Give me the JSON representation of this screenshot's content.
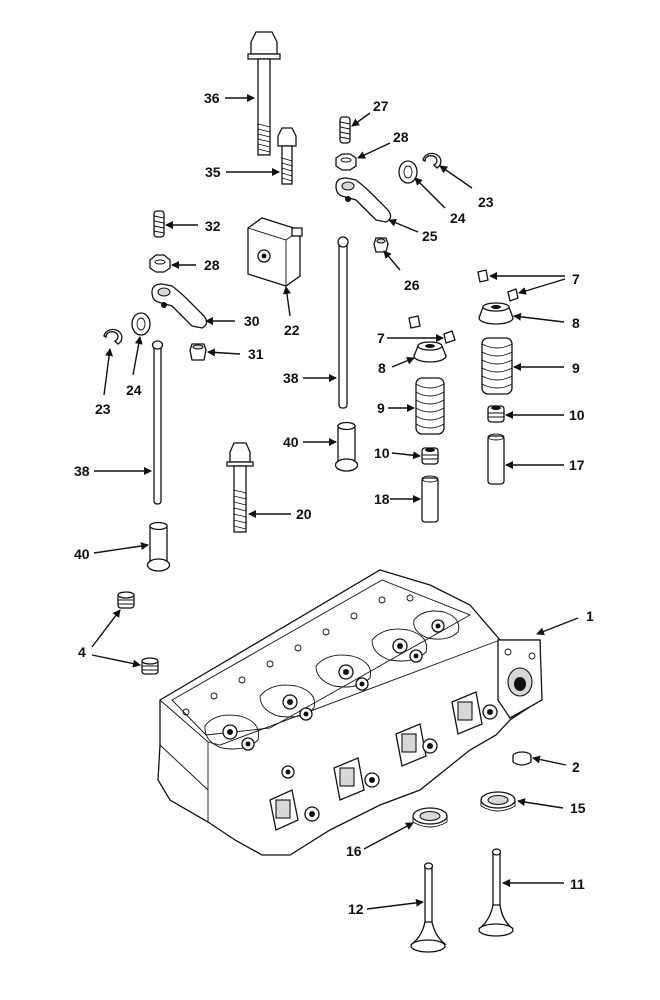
{
  "callouts": [
    {
      "id": "c36",
      "text": "36"
    },
    {
      "id": "c35",
      "text": "35"
    },
    {
      "id": "c27",
      "text": "27"
    },
    {
      "id": "c28a",
      "text": "28"
    },
    {
      "id": "c23a",
      "text": "23"
    },
    {
      "id": "c24a",
      "text": "24"
    },
    {
      "id": "c25",
      "text": "25"
    },
    {
      "id": "c26",
      "text": "26"
    },
    {
      "id": "c32",
      "text": "32"
    },
    {
      "id": "c28b",
      "text": "28"
    },
    {
      "id": "c22",
      "text": "22"
    },
    {
      "id": "c30",
      "text": "30"
    },
    {
      "id": "c31",
      "text": "31"
    },
    {
      "id": "c23b",
      "text": "23"
    },
    {
      "id": "c24b",
      "text": "24"
    },
    {
      "id": "c38a",
      "text": "38"
    },
    {
      "id": "c38b",
      "text": "38"
    },
    {
      "id": "c40a",
      "text": "40"
    },
    {
      "id": "c40b",
      "text": "40"
    },
    {
      "id": "c20",
      "text": "20"
    },
    {
      "id": "c7a",
      "text": "7"
    },
    {
      "id": "c8a",
      "text": "8"
    },
    {
      "id": "c9a",
      "text": "9"
    },
    {
      "id": "c10a",
      "text": "10"
    },
    {
      "id": "c18",
      "text": "18"
    },
    {
      "id": "c7b",
      "text": "7"
    },
    {
      "id": "c8b",
      "text": "8"
    },
    {
      "id": "c9b",
      "text": "9"
    },
    {
      "id": "c10b",
      "text": "10"
    },
    {
      "id": "c17",
      "text": "17"
    },
    {
      "id": "c1",
      "text": "1"
    },
    {
      "id": "c4",
      "text": "4"
    },
    {
      "id": "c2",
      "text": "2"
    },
    {
      "id": "c15",
      "text": "15"
    },
    {
      "id": "c16",
      "text": "16"
    },
    {
      "id": "c11",
      "text": "11"
    },
    {
      "id": "c12",
      "text": "12"
    }
  ]
}
